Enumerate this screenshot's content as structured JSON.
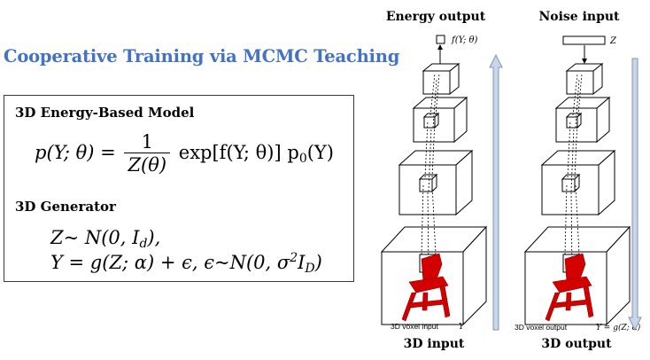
{
  "title": "Cooperative Training via MCMC Teaching",
  "ebm": {
    "heading": "3D Energy-Based Model",
    "lhs": "p(Y; θ) =",
    "frac_num": "1",
    "frac_den": "Z(θ)",
    "rhs_exp": "exp[f(Y; θ)] p",
    "rhs_sub": "0",
    "rhs_end": "(Y)"
  },
  "gen": {
    "heading": "3D Generator",
    "line1_pre": "Z~ N(0, I",
    "line1_sub": "d",
    "line1_end": "),",
    "line2_pre": "Y = g(Z; α) + ϵ, ϵ~N(0, σ",
    "line2_sup": "2",
    "line2_mid": "I",
    "line2_sub": "D",
    "line2_end": ")"
  },
  "diagram": {
    "left_header": "Energy output",
    "left_top_label": "f(Y; θ)",
    "left_bottom_caption": "3D voxel input",
    "left_bottom_var": "Y",
    "left_footer": "3D input",
    "right_header": "Noise input",
    "right_top_label": "Z",
    "right_bottom_caption": "3D voxel output",
    "right_bottom_var": "Y = g(Z; α)",
    "right_footer": "3D output",
    "colors": {
      "arrow_fill": "#c9d6ea",
      "arrow_stroke": "#7f96b6",
      "chair": "#d40000",
      "title": "#4472c4"
    }
  }
}
